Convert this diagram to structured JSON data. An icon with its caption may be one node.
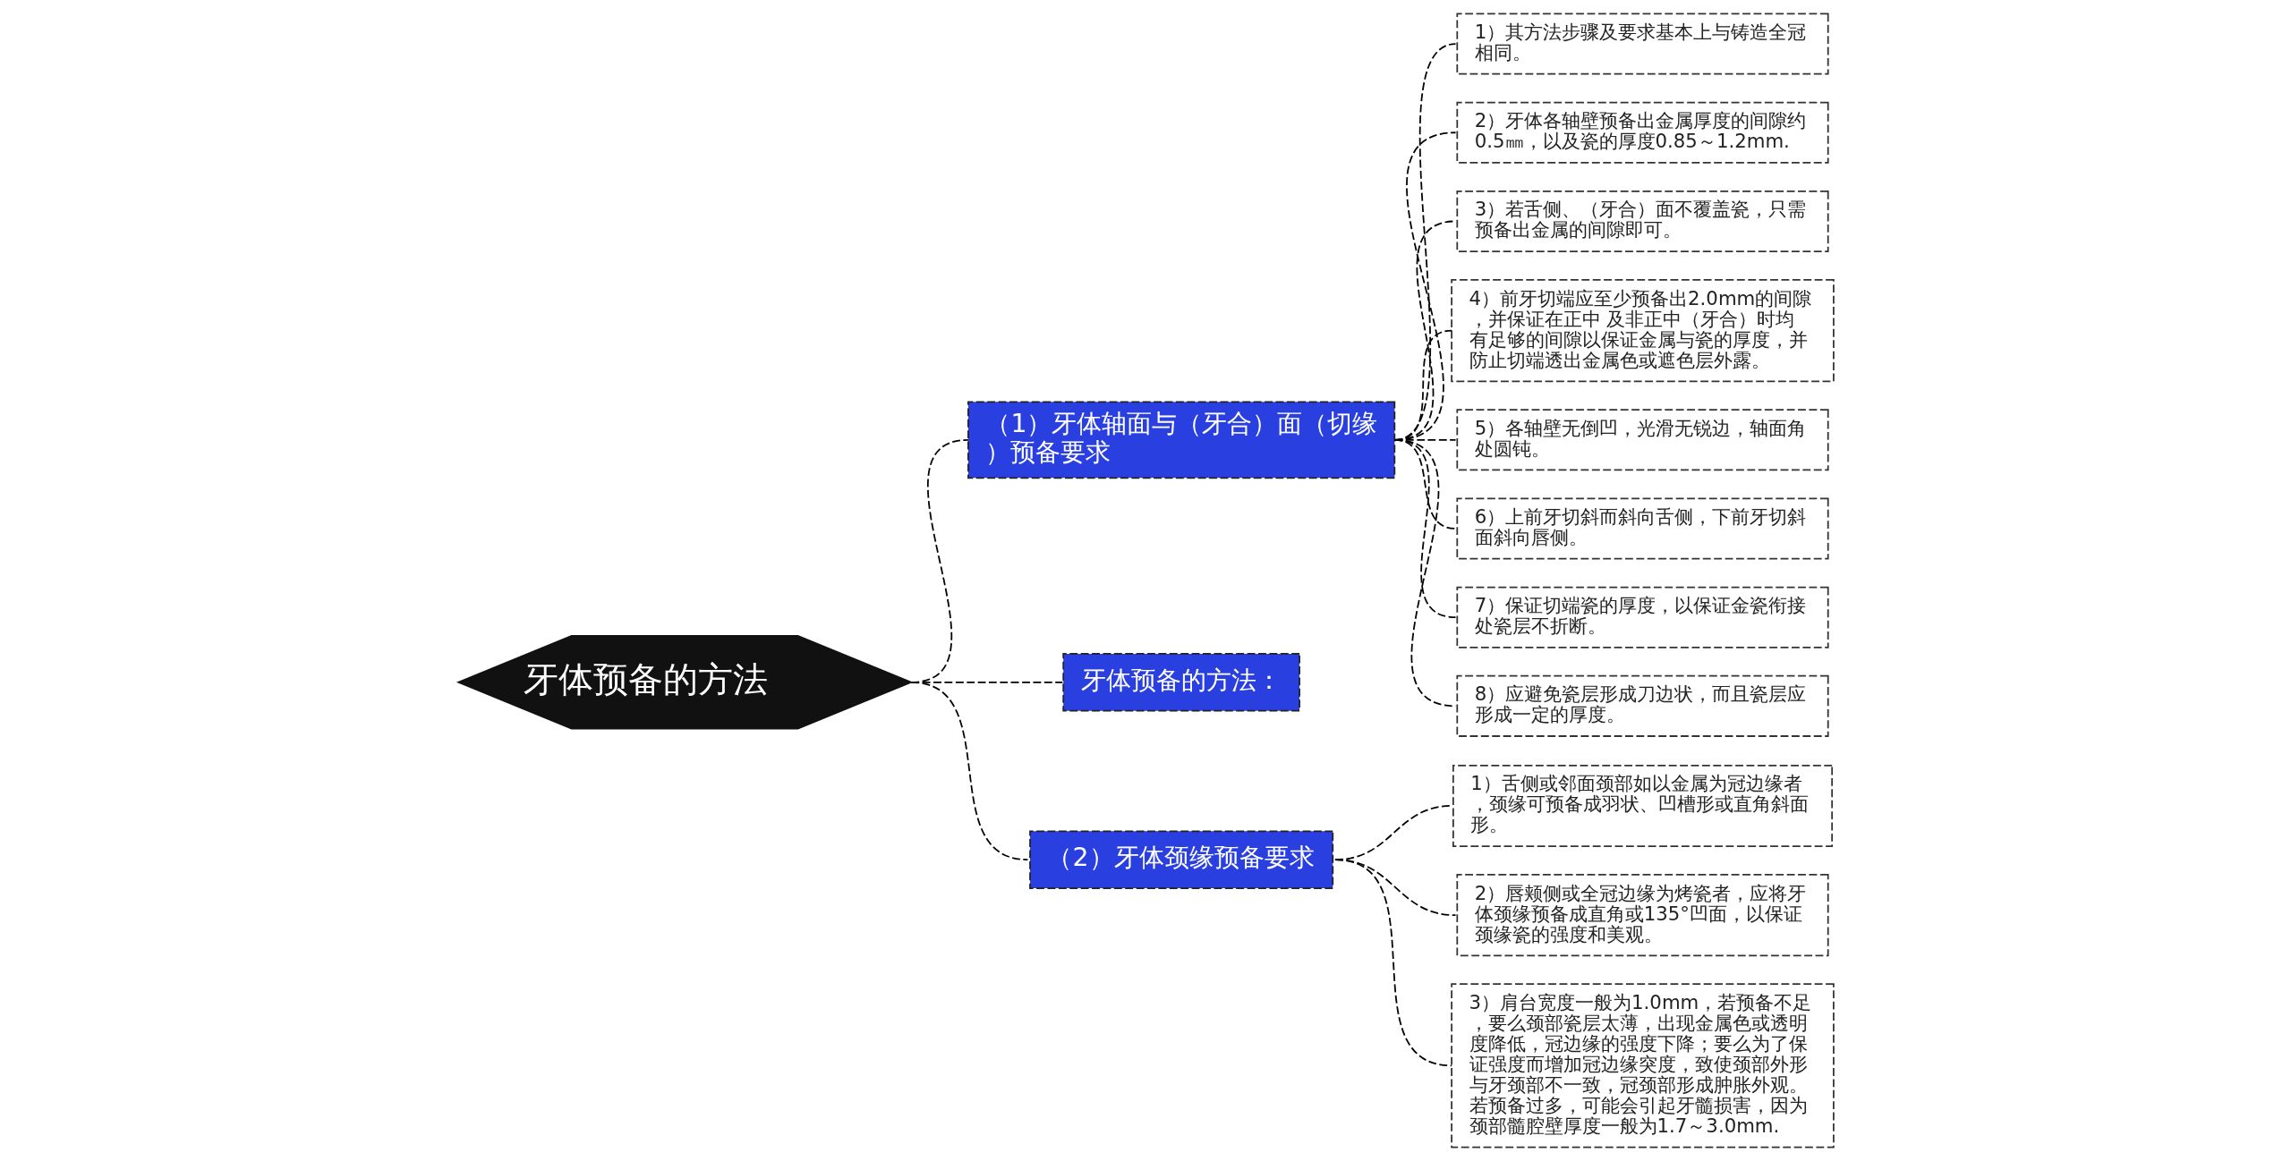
{
  "diagram": {
    "nodes": [
      {
        "text": [
          "牙体预备的方法"
        ]
      },
      {
        "text": [
          "（1）牙体轴面与（牙合）面（切缘）预备要求"
        ]
      },
      {
        "text": [
          "1）其方法步骤及要求基本上与铸造全冠相同。"
        ]
      },
      {
        "text": [
          "2）牙体各轴壁预备出金属厚度的间隙约0.5㎜，以及瓷的厚度0.85～1.2mm."
        ]
      },
      {
        "text": [
          "3）若舌侧、（牙合）面不覆盖瓷，只需预备出金属的间隙即可。"
        ]
      },
      {
        "text": [
          "4）前牙切端应至少预备出2.0mm的间隙，并保证在正中 及非正中（牙合）时均有足够的间隙以保证金属与瓷的厚度，并防止切端透出金属色或遮色层外露。"
        ]
      },
      {
        "text": [
          "5）各轴壁无倒凹，光滑无锐边，轴面角处圆钝。"
        ]
      },
      {
        "text": [
          "6）上前牙切斜而斜向舌侧，下前牙切斜面斜向唇侧。"
        ]
      },
      {
        "text": [
          "7）保证切端瓷的厚度，以保证金瓷衔接处瓷层不折断。"
        ]
      },
      {
        "text": [
          "8）应避免瓷层形成刀边状，而且瓷层应形成一定的厚度。"
        ]
      },
      {
        "text": [
          "牙体预备的方法："
        ]
      },
      {
        "text": [
          "（2）牙体颈缘预备要求"
        ]
      },
      {
        "text": [
          "1）舌侧或邻面颈部如以金属为冠边缘者，颈缘可预备成羽状、凹槽形或直角斜面形。"
        ]
      },
      {
        "text": [
          "2）唇颊侧或全冠边缘为烤瓷者，应将牙体颈缘预备成直角或135°凹面，以保证颈缘瓷的强度和美观。"
        ]
      },
      {
        "text": [
          "3）肩台宽度一般为1.0mm，若预备不足，要么颈部瓷层太薄，出现金属色或透明度降低，冠边缘的强度下降；要么为了保证强度而增加冠边缘突度，致使颈部外形与牙颈部不一致，冠颈部形成肿胀外观。若预备过多，可能会引起牙髓损害，因为颈部髓腔壁厚度一般为1.7～3.0mm."
        ]
      }
    ],
    "edges": [
      {
        "from": 0,
        "to": 1,
        "arrow": "none",
        "style": "dashed"
      },
      {
        "from": 1,
        "to": 2,
        "arrow": "none",
        "style": "dashed"
      },
      {
        "from": 1,
        "to": 3,
        "arrow": "none",
        "style": "dashed"
      },
      {
        "from": 1,
        "to": 4,
        "arrow": "none",
        "style": "dashed"
      },
      {
        "from": 1,
        "to": 5,
        "arrow": "none",
        "style": "dashed"
      },
      {
        "from": 1,
        "to": 6,
        "arrow": "none",
        "style": "dashed"
      },
      {
        "from": 1,
        "to": 7,
        "arrow": "none",
        "style": "dashed"
      },
      {
        "from": 1,
        "to": 8,
        "arrow": "none",
        "style": "dashed"
      },
      {
        "from": 1,
        "to": 9,
        "arrow": "none",
        "style": "dashed"
      },
      {
        "from": 0,
        "to": 10,
        "arrow": "none",
        "style": "dashed"
      },
      {
        "from": 0,
        "to": 11,
        "arrow": "none",
        "style": "dashed"
      },
      {
        "from": 11,
        "to": 12,
        "arrow": "none",
        "style": "dashed"
      },
      {
        "from": 11,
        "to": 13,
        "arrow": "none",
        "style": "dashed"
      },
      {
        "from": 11,
        "to": 14,
        "arrow": "none",
        "style": "dashed"
      }
    ]
  }
}
